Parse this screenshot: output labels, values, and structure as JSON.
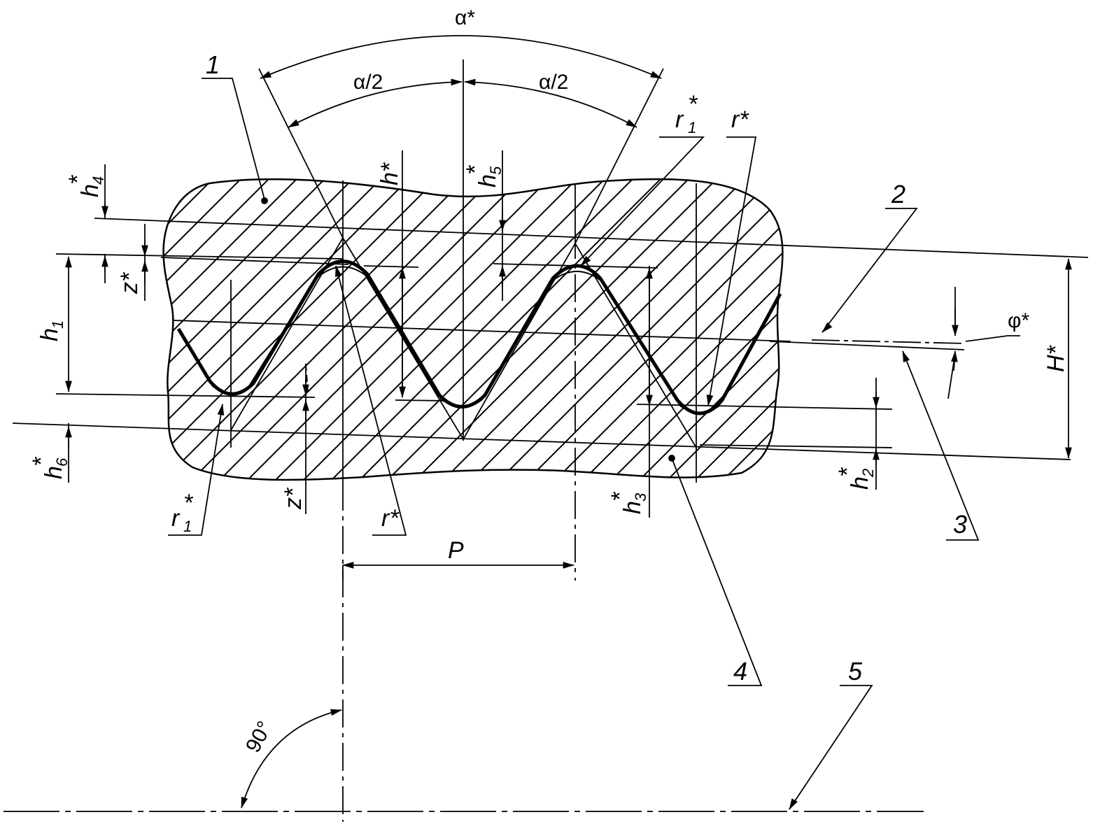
{
  "diagram": {
    "callouts": {
      "c1": "1",
      "c2": "2",
      "c3": "3",
      "c4": "4",
      "c5": "5"
    },
    "dimensions": {
      "alpha_star": "α*",
      "alpha_half_left": "α/2",
      "alpha_half_right": "α/2",
      "h_star": "h*",
      "h1_base": "h",
      "h1_sub": "1",
      "h2_base": "h",
      "h2_sub": "2",
      "h3_base": "h",
      "h3_sub": "3",
      "h4_base": "h",
      "h4_sub": "4",
      "h5_base": "h",
      "h5_sub": "5",
      "h6_base": "h",
      "h6_sub": "6",
      "star": "*",
      "z_star_left": "z*",
      "z_star_right": "z*",
      "r_star_top": "r*",
      "r_star_bottom": "r*",
      "r1_top_base": "r",
      "r1_top_sub": "1",
      "r1_bottom_base": "r",
      "r1_bottom_sub": "1",
      "pitch": "P",
      "H_star": "H*",
      "phi_star": "φ*",
      "right_angle": "90°"
    }
  }
}
